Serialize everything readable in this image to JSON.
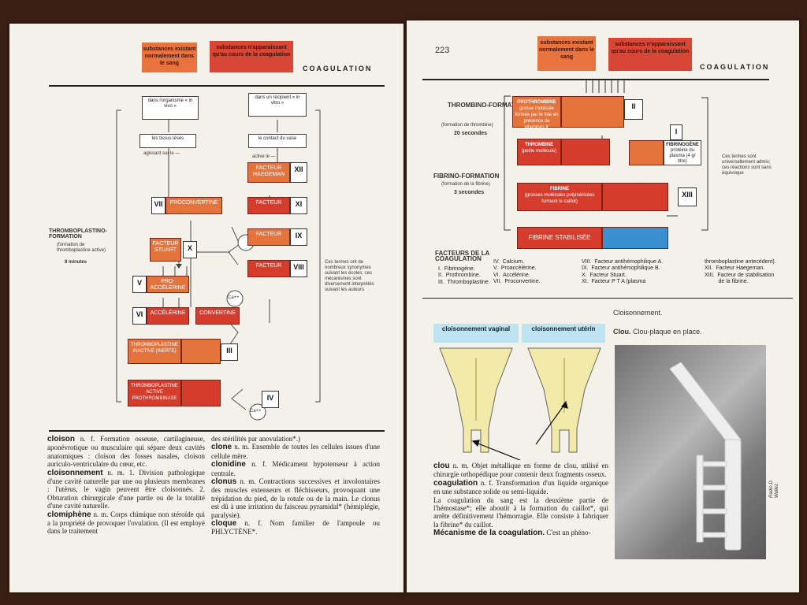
{
  "header": {
    "box_normal": "substances existant normalement dans le sang",
    "box_cours": "substances n'apparaissant qu'au cours de la coagulation",
    "title": "COAGULATION",
    "page_number": "223"
  },
  "left_diagram": {
    "organisme": "dans l'organisme « in vivo »",
    "recipient": "dans un récipient « in vitro »",
    "tissus": "les tissus lésés",
    "agissant": "agissant sur le —",
    "contact": "le contact du vase",
    "active_le": "active le —",
    "f_haegeman": "FACTEUR HAEGEMAN",
    "r_xii": "XII",
    "proconvertine": "PROCONVERTINE",
    "r_vii": "VII",
    "facteur_xi": "FACTEUR",
    "r_xi": "XI",
    "facteur_ix": "FACTEUR",
    "r_ix": "IX",
    "facteur_viii": "FACTEUR",
    "r_viii": "VIII",
    "ca": "Ca++",
    "stuart": "FACTEUR STUART",
    "r_x": "X",
    "proaccelerine": "PRO-ACCÉLÉRINE",
    "r_v": "V",
    "accelerine": "ACCÉLÉRINE",
    "r_vi": "VI",
    "convertine": "CONVERTINE",
    "thrombo_inactive": "THROMBOPLASTINE INACTIVE (INERTE)",
    "r_iii": "III",
    "thrombo_active": "THROMBOPLASTINE ACTIVE PROTHROMBINASE",
    "r_iv": "IV",
    "tp_formation": "THROMBOPLASTINO-FORMATION",
    "tp_sub": "(formation de thromboplastine active)",
    "tp_time": "8 minutes",
    "synonymes": "Ces termes ont de nombreux synonymes suivant les écoles; ces mécanismes sont diversement interprétés suivant les auteurs"
  },
  "right_diagram": {
    "thrombino": "THROMBINO-FORMATION",
    "thrombino_sub": "(formation de thrombine)",
    "thrombino_time": "20 secondes",
    "fibrino": "FIBRINO-FORMATION",
    "fibrino_sub": "(formation de la fibrine)",
    "fibrino_time": "3 secondes",
    "prothrombine": "PROTHROMBINE",
    "prothrombine_desc": "grosse molécule formée par le foie en présence de vitamines K",
    "r_ii": "II",
    "thrombine": "THROMBINE",
    "thrombine_desc": "(petite molécule)",
    "r_i": "I",
    "fibrinogene": "FIBRINOGÈNE",
    "fibrinogene_desc": "protéine du plasma (4 g/ litre)",
    "fibrine": "FIBRINE",
    "fibrine_desc": "(grosses molécules polymérisées formant le caillot)",
    "r_xiii": "XIII",
    "stabilisee": "FIBRINE STABILISÉE",
    "universels": "Ces termes sont universellement admis; ces réactions sont sans équivoque"
  },
  "legend": {
    "title": "FACTEURS DE LA COAGULATION",
    "col1": "I.  Fibrinogène.\nII.  Prothrombine.\nIII.  Thromboplastine.",
    "col2": "IV.  Calcium.\nV.  Proaccélérine.\nVI.  Accélérine.\nVII.  Proconvertine.",
    "col3": "VIII.  Facteur antihémophilique A.\nIX.  Facteur antihémophilique B.\nX.  Facteur Stuart.\nXI.  Facteur P T A (plasma",
    "col4": "thromboplastine antecédent).\nXII.  Facteur Haegeman.\nXIII.  Facteur de stabilisation\n         de la fibrine."
  },
  "illustrations": {
    "cloisonnement_title": "Cloisonnement.",
    "vaginal": "cloisonnement vaginal",
    "uterin": "cloisonnement utérin",
    "clou_caption_bold": "Clou.",
    "clou_caption": "Clou-plaque en place.",
    "credit": "Radio D. Wallez."
  },
  "left_dictionary": {
    "cloison_h": "cloison",
    "cloison_t": "n. f. Formation osseuse, cartilagineuse, aponévrotique ou musculaire qui sépare deux cavités anatomiques : cloison des fosses nasales, cloison auriculo-ventriculaire du cœur, etc.",
    "cloisonnement_h": "cloisonnement",
    "cloisonnement_t": "n. m. 1. Division pathologique d'une cavité naturelle par une ou plusieurs membranes : l'utérus, le vagin peuvent être cloisonnés. 2. Obturation chirurgicale d'une partie ou de la totalité d'une cavité naturelle.",
    "clomiphene_h": "clomiphène",
    "clomiphene_t": "n. m. Corps chimique non stéroïde qui a la propriété de provoquer l'ovulation. (Il est employé dans le traitement",
    "sterilites": "des stérilités par anovulation*.)",
    "clone_h": "clone",
    "clone_t": "n. m. Ensemble de toutes les cellules issues d'une cellule mère.",
    "clonidine_h": "clonidine",
    "clonidine_t": "n. f. Médicament hypotenseur à action centrale.",
    "clonus_h": "clonus",
    "clonus_t": "n. m. Contractions successives et involontaires des muscles extenseurs et fléchisseurs, provoquant une trépidation du pied, de la rotule ou de la main. Le clonus est dû à une irritation du faisceau pyramidal* (hémiplégie, paralysie).",
    "cloque_h": "cloque",
    "cloque_t": "n. f. Nom familier de l'ampoule ou PHLYCTÈNE*."
  },
  "right_dictionary": {
    "clou_h": "clou",
    "clou_t": "n. m. Objet métallique en forme de clou, utilisé en chirurgie orthopédique pour contenir deux fragments osseux.",
    "coagulation_h": "coagulation",
    "coagulation_t": "n. f. Transformation d'un liquide organique en une substance solide ou semi-liquide.",
    "coag_sang": "La coagulation du sang est la deuxième partie de l'hémostase*; elle aboutit à la formation du caillot*, qui arrête définitivement l'hémorragie. Elle consiste à fabriquer la fibrine* du caillot.",
    "mecanisme_h": "Mécanisme de la coagulation.",
    "mecanisme_t": "C'est un phéno-"
  }
}
